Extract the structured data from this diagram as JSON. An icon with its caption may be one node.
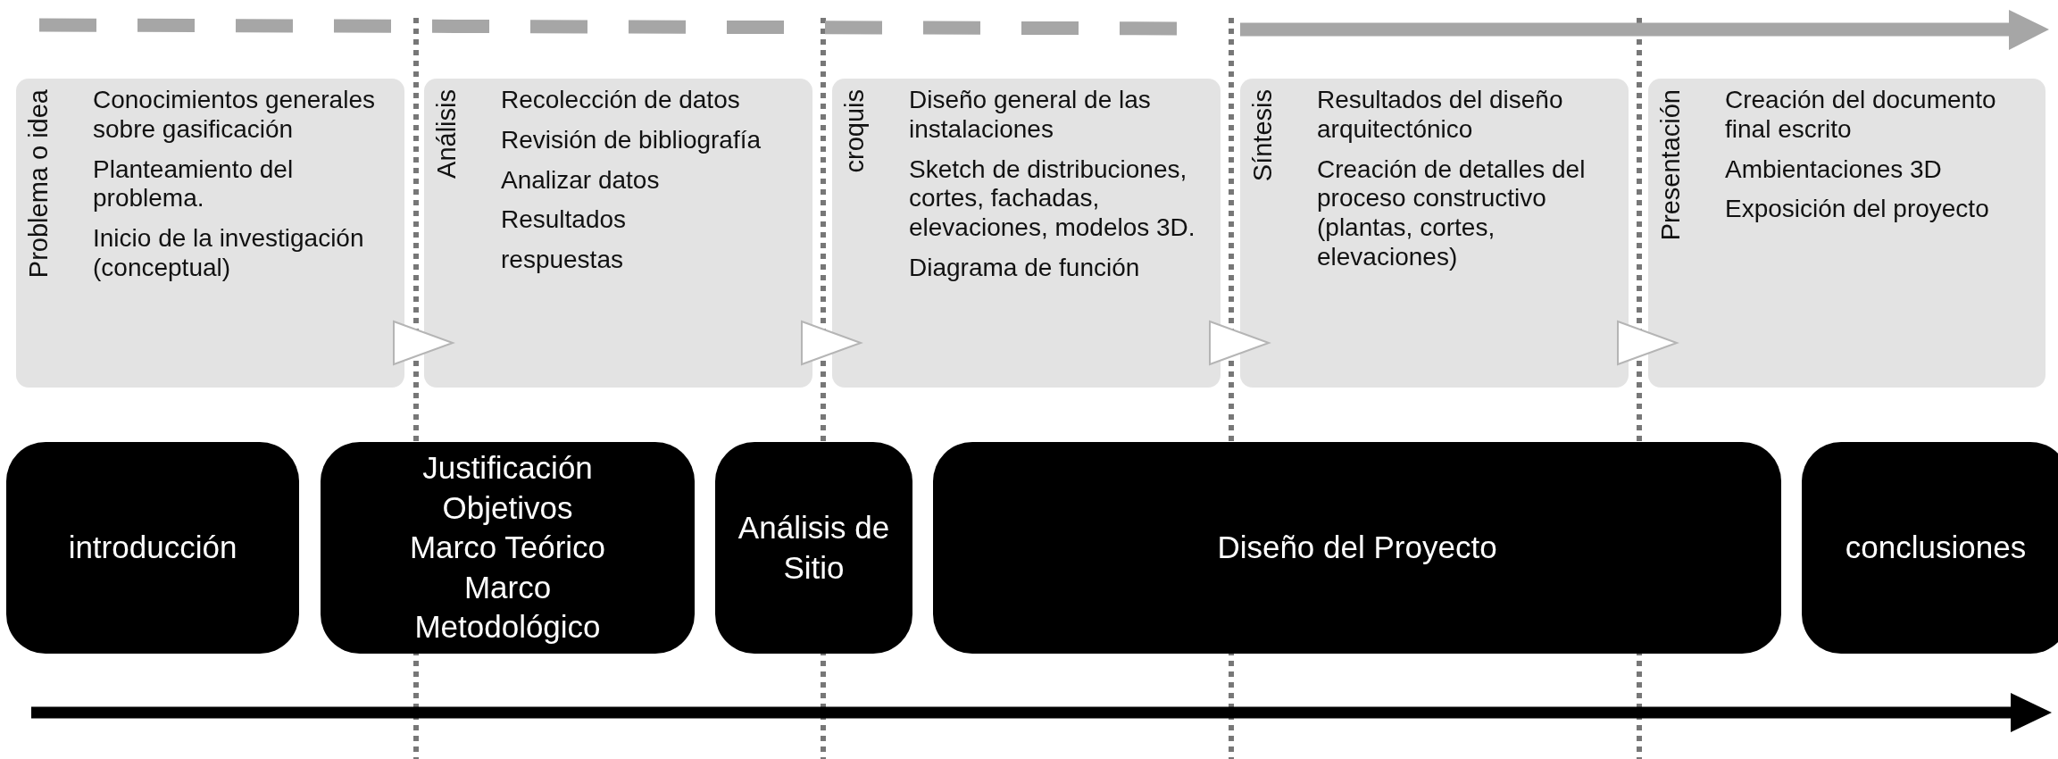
{
  "diagram": {
    "nodes": [
      {
        "text": [
          "Problema o idea",
          "Conocimientos generales sobre gasificación",
          "Planteamiento del problema.",
          "Inicio de la investigación (conceptual)"
        ]
      },
      {
        "text": [
          "Análisis",
          "Recolección de datos",
          "Revisión de bibliografía",
          "Analizar datos",
          "Resultados",
          "respuestas"
        ]
      },
      {
        "text": [
          "croquis",
          "Diseño general de las instalaciones",
          "Sketch de distribuciones, cortes, fachadas, elevaciones, modelos 3D.",
          "Diagrama de función"
        ]
      },
      {
        "text": [
          "Síntesis",
          "Resultados del diseño arquitectónico",
          "Creación de detalles del proceso constructivo (plantas, cortes, elevaciones)"
        ]
      },
      {
        "text": [
          "Presentación",
          "Creación del documento final escrito",
          "Ambientaciones 3D",
          "Exposición del proyecto"
        ]
      },
      {
        "text": [
          "introducción"
        ]
      },
      {
        "text": [
          "Justificación",
          "Objetivos",
          "Marco Teórico",
          "Marco Metodológico"
        ]
      },
      {
        "text": [
          "Análisis de Sitio"
        ]
      },
      {
        "text": [
          "Diseño del Proyecto"
        ]
      },
      {
        "text": [
          "conclusiones"
        ]
      }
    ],
    "edges": [
      {
        "from": 0,
        "to": 1,
        "arrow": "to"
      },
      {
        "from": 1,
        "to": 2,
        "arrow": "to"
      },
      {
        "from": 2,
        "to": 3,
        "arrow": "to"
      },
      {
        "from": 3,
        "to": 4,
        "arrow": "to"
      }
    ]
  }
}
